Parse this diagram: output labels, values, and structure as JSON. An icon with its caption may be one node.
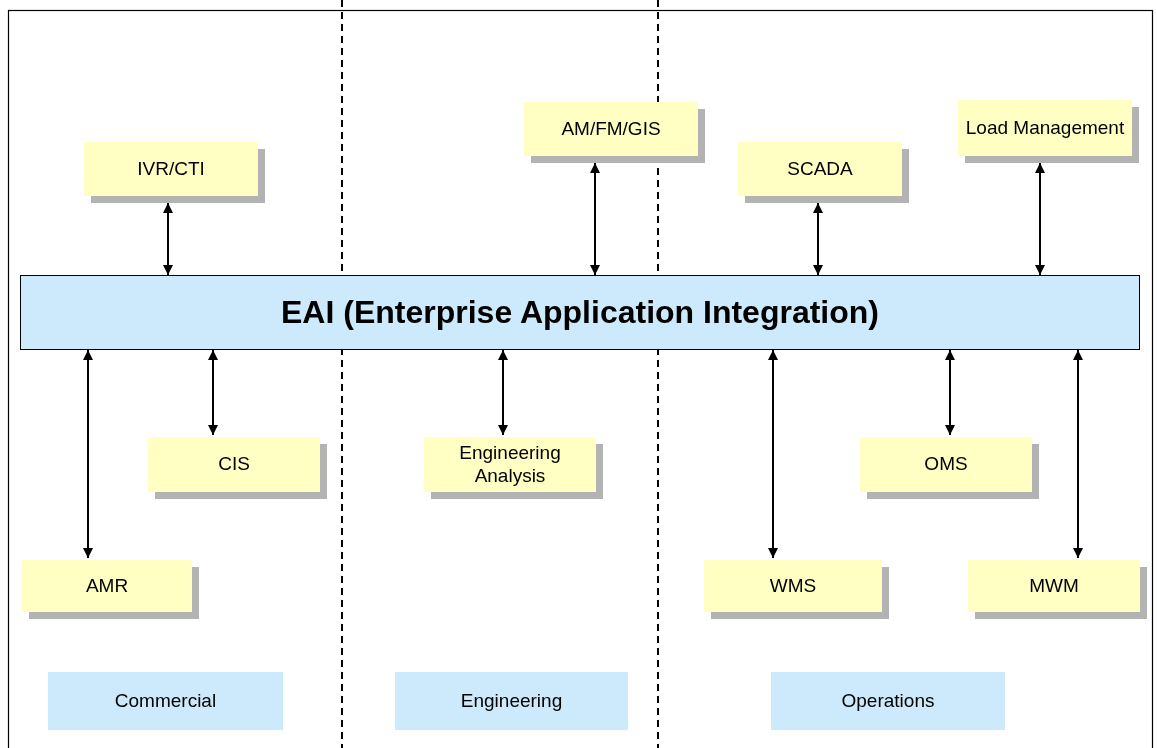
{
  "diagram": {
    "nodes": [
      {
        "text": [
          "IVR/CTI"
        ]
      },
      {
        "text": [
          "AM/FM/GIS"
        ]
      },
      {
        "text": [
          "SCADA"
        ]
      },
      {
        "text": [
          "Load Management"
        ]
      },
      {
        "text": [
          "EAI (Enterprise Application Integration)"
        ]
      },
      {
        "text": [
          "AMR"
        ]
      },
      {
        "text": [
          "CIS"
        ]
      },
      {
        "text": [
          "Engineering Analysis"
        ]
      },
      {
        "text": [
          "OMS"
        ]
      },
      {
        "text": [
          "WMS"
        ]
      },
      {
        "text": [
          "MWM"
        ]
      },
      {
        "text": [
          "Commercial"
        ]
      },
      {
        "text": [
          "Engineering"
        ]
      },
      {
        "text": [
          "Operations"
        ]
      }
    ],
    "edges": [
      {
        "from": 0,
        "to": 4,
        "arrow": "both"
      },
      {
        "from": 1,
        "to": 4,
        "arrow": "both"
      },
      {
        "from": 2,
        "to": 4,
        "arrow": "both"
      },
      {
        "from": 3,
        "to": 4,
        "arrow": "both"
      },
      {
        "from": 5,
        "to": 4,
        "arrow": "both"
      },
      {
        "from": 6,
        "to": 4,
        "arrow": "both"
      },
      {
        "from": 7,
        "to": 4,
        "arrow": "both"
      },
      {
        "from": 9,
        "to": 4,
        "arrow": "both"
      },
      {
        "from": 8,
        "to": 4,
        "arrow": "both"
      },
      {
        "from": 10,
        "to": 4,
        "arrow": "both"
      }
    ]
  }
}
